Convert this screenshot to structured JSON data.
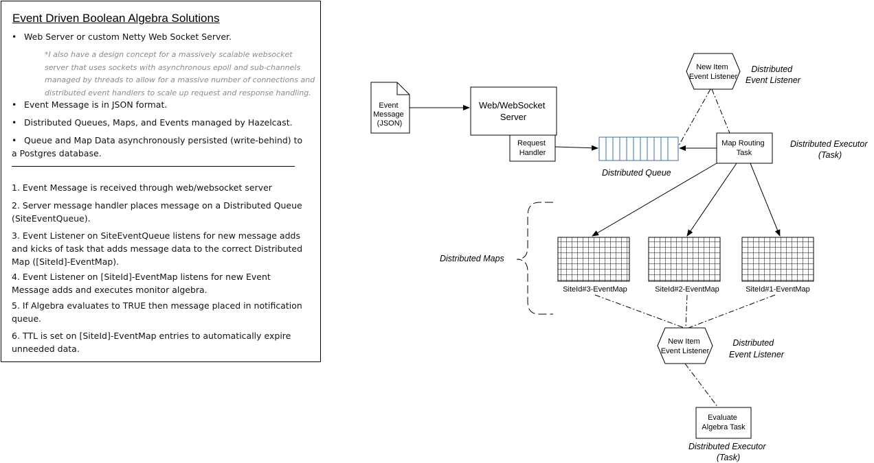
{
  "panel": {
    "title": "Event Driven Boolean Algebra Solutions",
    "bullets": [
      "Web Server or custom Netty Web Socket Server.",
      "Event Message is in JSON format.",
      "Distributed Queues,  Maps, and Events managed by Hazelcast.",
      "Queue and Map Data asynchronously persisted (write-behind) to a Postgres database."
    ],
    "note": "*I also have a design concept for a massively scalable websocket server that uses sockets with asynchronous epoll and sub-channels managed by threads to allow for a massive number of connections and distributed event handlers to scale up request and response handling.",
    "steps": [
      "1.   Event Message is received through web/websocket server",
      "2.   Server message handler places message on a Distributed Queue (SiteEventQueue).",
      "3.   Event Listener on SiteEventQueue listens for new message adds and kicks of task that adds message data to the correct Distributed Map ([SiteId]-EventMap).",
      "4.   Event Listener on [SiteId]-EventMap listens for new Event Message adds and executes monitor algebra.",
      "5.   If Algebra evaluates to TRUE then message placed in notification queue.",
      "6. TTL is set on [SiteId]-EventMap entries to automatically expire unneeded data."
    ]
  },
  "diagram": {
    "event_message": [
      "Event",
      "Message",
      "(JSON)"
    ],
    "server": [
      "Web/WebSocket",
      "Server"
    ],
    "request_handler": [
      "Request",
      "Handler"
    ],
    "queue_label": "Distributed Queue",
    "listener_top": [
      "New Item",
      "Event Listener"
    ],
    "listener_top_caption": [
      "Distributed",
      "Event Listener"
    ],
    "map_routing": [
      "Map Routing",
      "Task"
    ],
    "executor_top_caption": [
      "Distributed Executor",
      "(Task)"
    ],
    "maps_label": "Distributed Maps",
    "maps": [
      "SiteId#3-EventMap",
      "SiteId#2-EventMap",
      "SiteId#1-EventMap"
    ],
    "listener_bottom": [
      "New Item",
      "Event Listener"
    ],
    "listener_bottom_caption": [
      "Distributed",
      "Event Listener"
    ],
    "evaluate": [
      "Evaluate",
      "Algebra Task"
    ],
    "executor_bottom_caption": [
      "Distributed Executor",
      "(Task)"
    ],
    "colors": {
      "queue_stroke": "#3a6ea5",
      "line": "#000000"
    }
  }
}
